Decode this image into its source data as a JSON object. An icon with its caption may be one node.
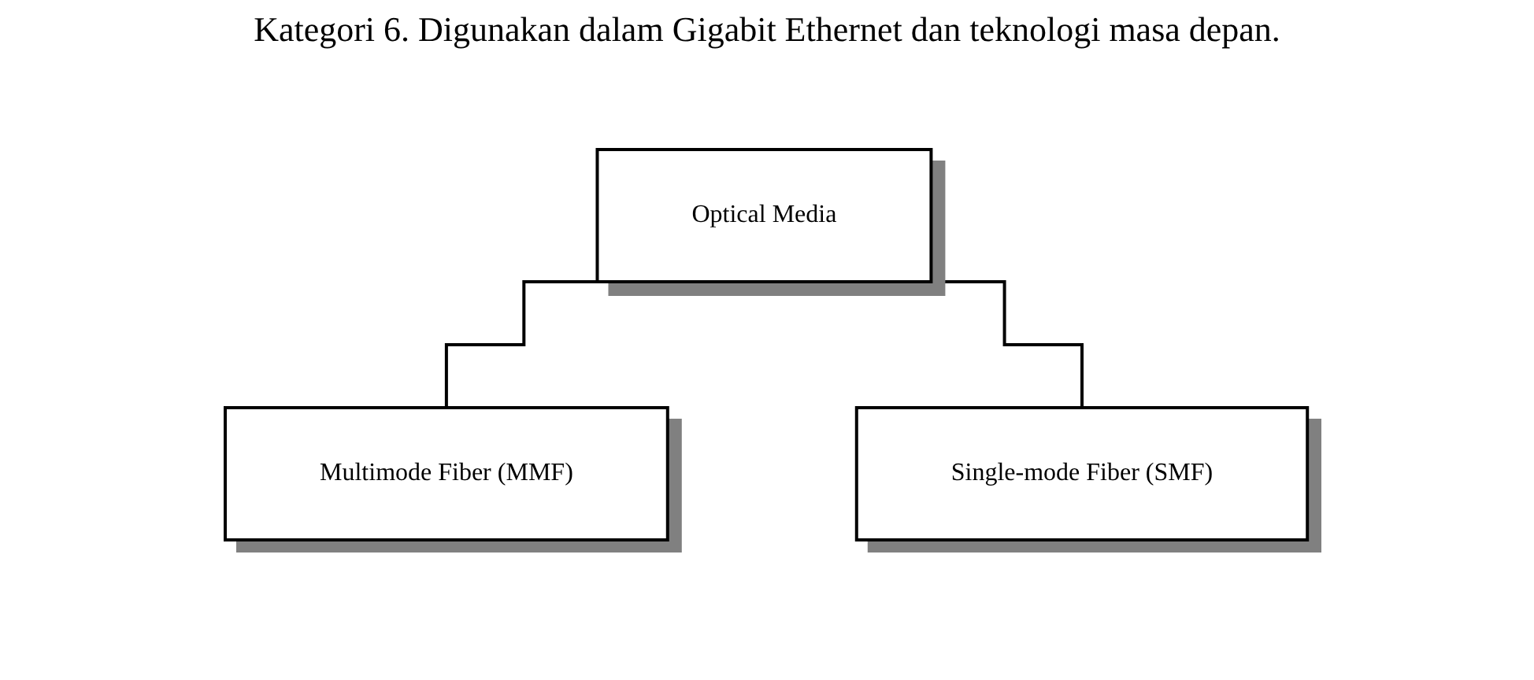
{
  "diagram": {
    "nodes": [
      {
        "text": [
          "Optical Media"
        ]
      },
      {
        "text": [
          "Multimode Fiber (MMF)"
        ]
      },
      {
        "text": [
          "Single-mode Fiber (SMF)"
        ]
      }
    ],
    "edges": [
      {
        "from": 0,
        "to": 1,
        "arrow": "none"
      },
      {
        "from": 0,
        "to": 2,
        "arrow": "none"
      }
    ],
    "labels": [
      "Kategori 6. Digunakan dalam Gigabit Ethernet dan teknologi masa depan."
    ]
  }
}
